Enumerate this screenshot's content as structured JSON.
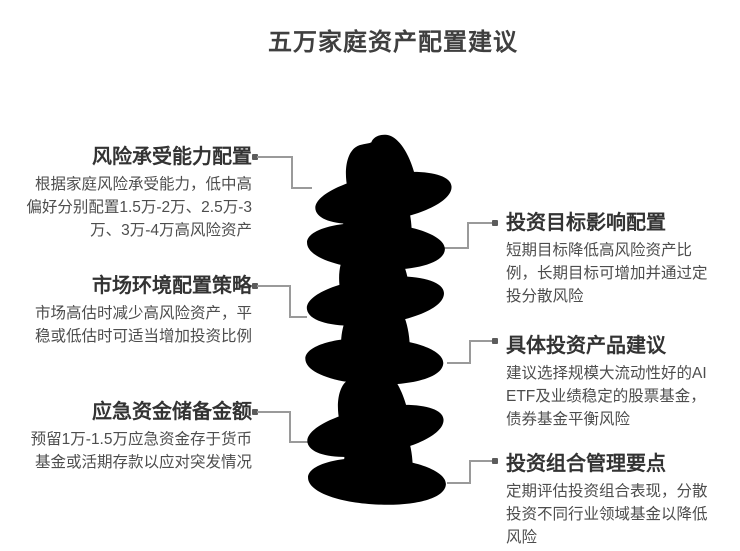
{
  "page": {
    "title": "五万家庭资产配置建议"
  },
  "colors": {
    "background": "#ffffff",
    "page_title": "#3f3f3f",
    "node_title": "#333333",
    "node_body": "#4d4d4d",
    "connector_line": "#9a9a9a",
    "connector_dot": "#5c5c5c"
  },
  "hats": [
    {
      "name": "hat-pink",
      "fill": "#F9C4CB",
      "stroke": "#E8596F"
    },
    {
      "name": "hat-magenta",
      "fill": "#F29AF2",
      "stroke": "#DE53DC"
    },
    {
      "name": "hat-yellow",
      "fill": "#F7F08E",
      "stroke": "#E8DB4C"
    },
    {
      "name": "hat-green",
      "fill": "#B5EE7C",
      "stroke": "#8CE33E"
    },
    {
      "name": "hat-mint",
      "fill": "#80EEC6",
      "stroke": "#32DCA0"
    },
    {
      "name": "hat-lavender",
      "fill": "#C5B4EC",
      "stroke": "#9D83D6"
    }
  ],
  "nodes": {
    "left": [
      {
        "title": "风险承受能力配置",
        "body": "根据家庭风险承受能力，低中高偏好分别配置1.5万-2万、2.5万-3万、3万-4万高风险资产"
      },
      {
        "title": "市场环境配置策略",
        "body": "市场高估时减少高风险资产，平稳或低估时可适当增加投资比例"
      },
      {
        "title": "应急资金储备金额",
        "body": "预留1万-1.5万应急资金存于货币基金或活期存款以应对突发情况"
      }
    ],
    "right": [
      {
        "title": "投资目标影响配置",
        "body": "短期目标降低高风险资产比例，长期目标可增加并通过定投分散风险"
      },
      {
        "title": "具体投资产品建议",
        "body": "建议选择规模大流动性好的AI ETF及业绩稳定的股票基金，债券基金平衡风险"
      },
      {
        "title": "投资组合管理要点",
        "body": "定期评估投资组合表现，分散投资不同行业领域基金以降低风险"
      }
    ]
  }
}
